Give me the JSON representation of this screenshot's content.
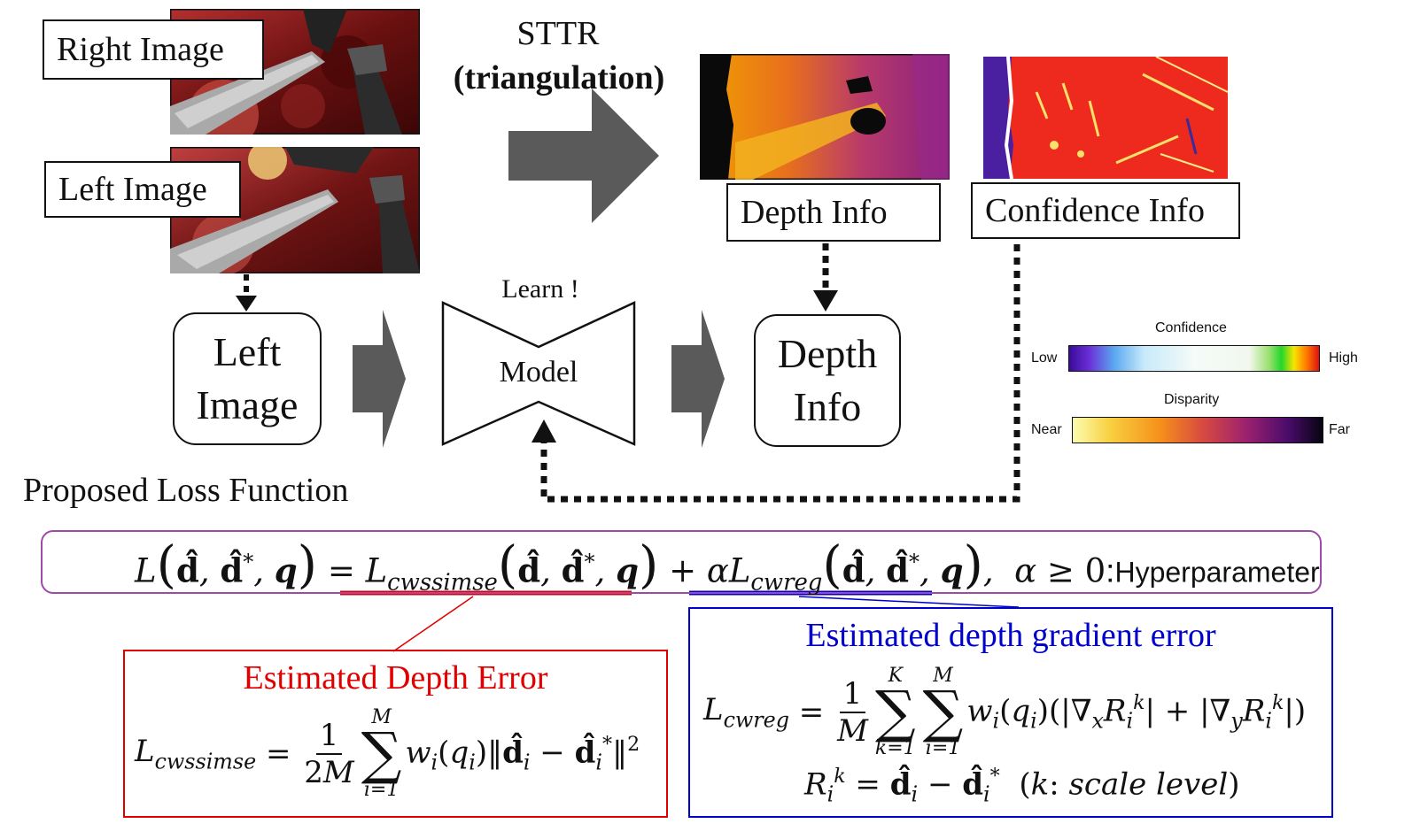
{
  "labels": {
    "right_image": "Right Image",
    "left_image_top": "Left Image",
    "sttr_title": "STTR",
    "sttr_sub": "(triangulation)",
    "depth_info_top": "Depth Info",
    "confidence_info": "Confidence Info",
    "learn": "Learn !",
    "model": "Model",
    "left_image_box_line1": "Left",
    "left_image_box_line2": "Image",
    "depth_info_box_line1": "Depth",
    "depth_info_box_line2": "Info",
    "proposed_loss": "Proposed Loss Function",
    "hyperparameter": "Hyperparameter",
    "estimated_depth_error": "Estimated Depth Error",
    "estimated_gradient_error": "Estimated depth gradient error",
    "scale_level": "scale level"
  },
  "legend": {
    "confidence_title": "Confidence",
    "confidence_low": "Low",
    "confidence_high": "High",
    "disparity_title": "Disparity",
    "disparity_near": "Near",
    "disparity_far": "Far"
  },
  "colors": {
    "red_accent": "#e00000",
    "blue_accent": "#0000cc",
    "purple_border": "#a04aa8",
    "arrow_gray": "#5a5a5a"
  }
}
